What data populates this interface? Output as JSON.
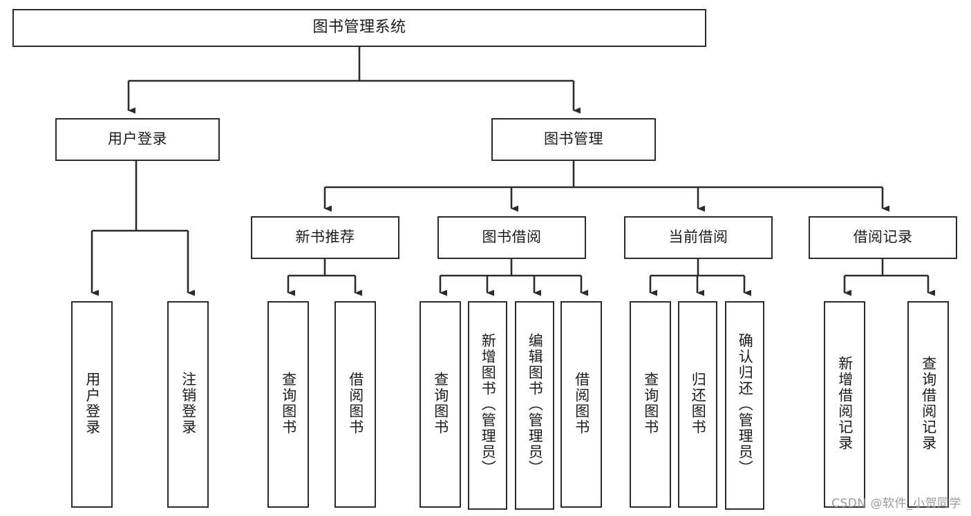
{
  "diagram": {
    "title": "图书管理系统",
    "watermark": "CSDN @软件_小贺同学",
    "line_color": "#2b2b2b",
    "box_fill": "#ffffff",
    "text_color": "#1b1b1b",
    "watermark_color": "#9a9a9a",
    "root": {
      "label": "图书管理系统"
    },
    "level2": [
      {
        "label": "用户登录"
      },
      {
        "label": "图书管理"
      }
    ],
    "level3": [
      {
        "label": "新书推荐"
      },
      {
        "label": "图书借阅"
      },
      {
        "label": "当前借阅"
      },
      {
        "label": "借阅记录"
      }
    ],
    "leaves": {
      "user_login": [
        {
          "label": "用户登录"
        },
        {
          "label": "注销登录"
        }
      ],
      "new_book_recommend": [
        {
          "label": "查询图书"
        },
        {
          "label": "借阅图书"
        }
      ],
      "book_borrow": [
        {
          "label": "查询图书"
        },
        {
          "label": "新增图书（管理员）"
        },
        {
          "label": "编辑图书（管理员）"
        },
        {
          "label": "借阅图书"
        }
      ],
      "current_borrow": [
        {
          "label": "查询图书"
        },
        {
          "label": "归还图书"
        },
        {
          "label": "确认归还（管理员）"
        }
      ],
      "borrow_record": [
        {
          "label": "新增借阅记录"
        },
        {
          "label": "查询借阅记录"
        }
      ]
    }
  }
}
